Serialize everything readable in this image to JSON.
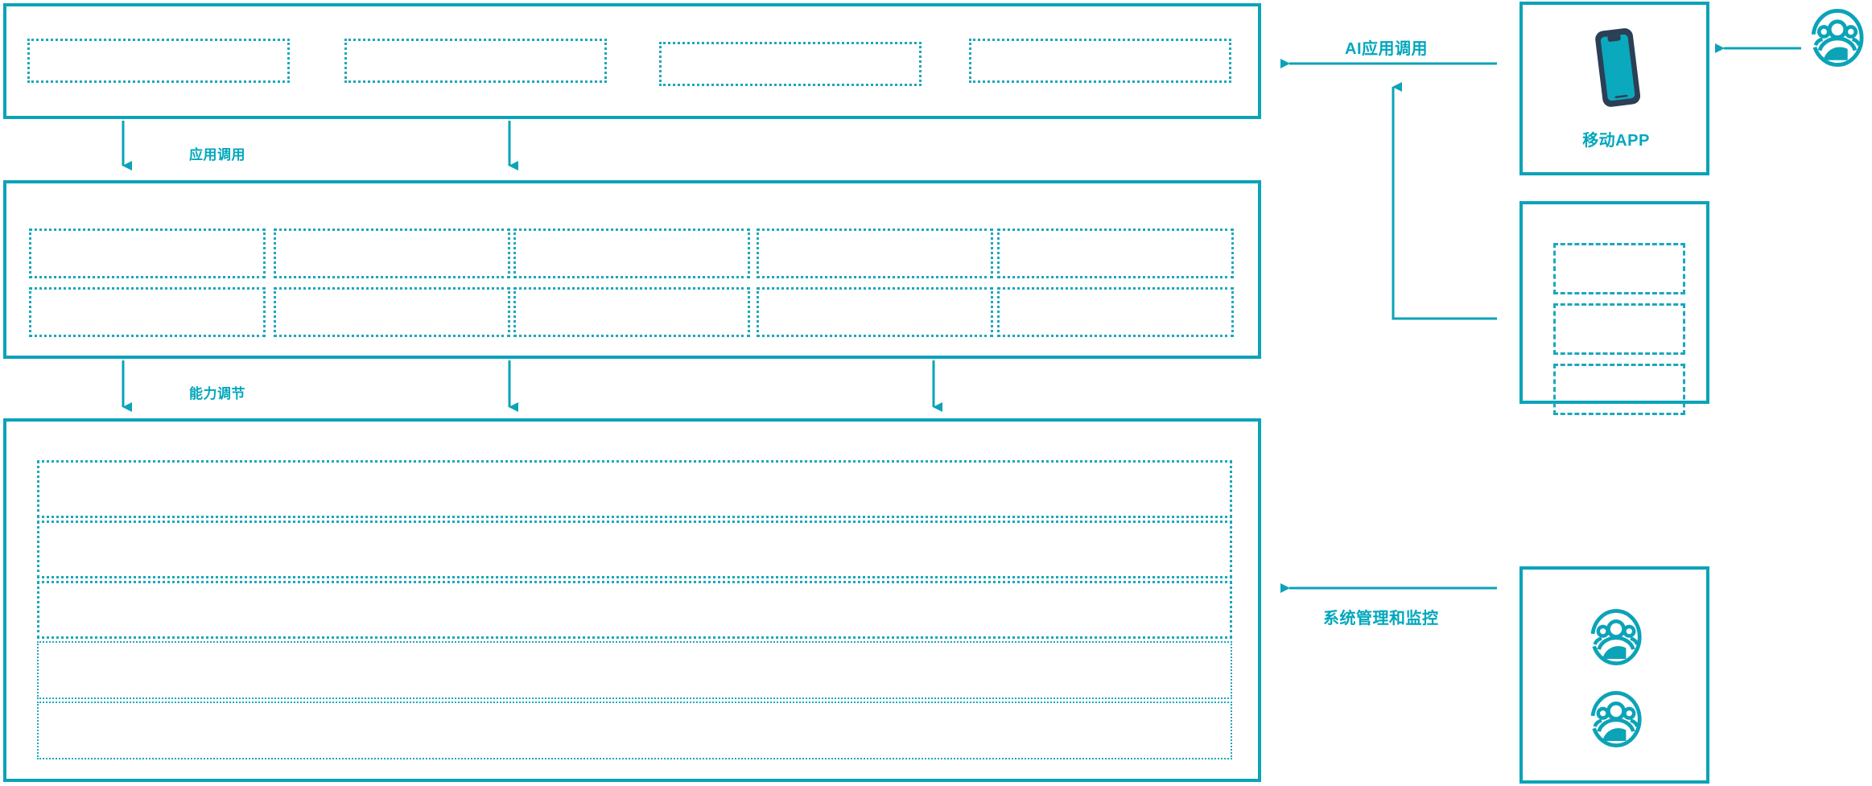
{
  "meta": {
    "accent": "#0BA3B8",
    "text_accent": "#00A7BD",
    "phone_frame": "#2B3F55",
    "phone_screen": "#0BA9BE",
    "background": "#FFFFFF"
  },
  "flow_labels": {
    "app_invoke": "应用调用",
    "capability_tune": "能力调节",
    "ai_app_invoke": "AI应用调用",
    "system_admin_monitor": "系统管理和监控"
  },
  "left_stack": {
    "application_layer": {
      "name": "application-layer",
      "boxes": [
        "",
        "",
        "",
        ""
      ]
    },
    "capability_layer": {
      "name": "capability-layer",
      "columns": 5,
      "rows": 2,
      "boxes": [
        "",
        "",
        "",
        "",
        "",
        "",
        "",
        "",
        "",
        ""
      ]
    },
    "platform_layer": {
      "name": "platform-layer",
      "rows": [
        "",
        "",
        "",
        "",
        ""
      ]
    }
  },
  "right_stack": {
    "mobile_app_card": {
      "label": "移动APP",
      "icon": "smartphone-icon"
    },
    "list_card": {
      "items": [
        "",
        "",
        ""
      ]
    },
    "users_card": {
      "icons": [
        "group-user-icon",
        "group-user-icon"
      ]
    },
    "external_user": {
      "icon": "group-user-icon"
    }
  }
}
